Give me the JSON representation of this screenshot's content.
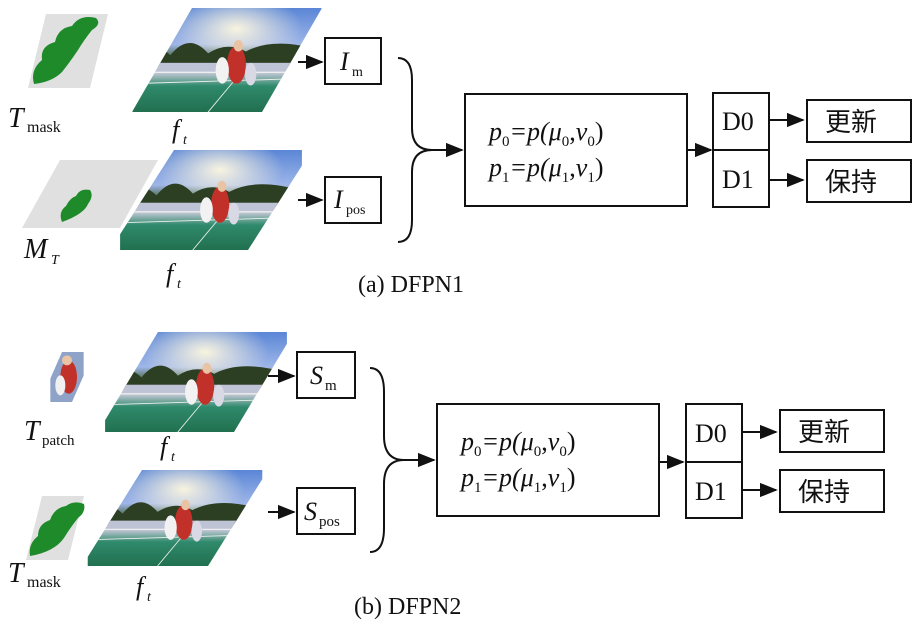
{
  "panel_a": {
    "caption": "(a) DFPN1",
    "row1": {
      "left_label": "T",
      "left_sub": "mask",
      "frame_label": "f",
      "frame_sub": "t",
      "out_label": "I",
      "out_sub": "m"
    },
    "row2": {
      "left_label": "M",
      "left_sub": "T",
      "frame_label": "f",
      "frame_sub": "t",
      "out_label": "I",
      "out_sub": "pos"
    },
    "prob": {
      "l1": {
        "p": "p",
        "s0": "0",
        "eq": "=p(",
        "mu": "μ",
        "m0": "0",
        "c": ",",
        "v": "v",
        "v0": "0",
        "close": ")"
      },
      "l2": {
        "p": "p",
        "s0": "1",
        "eq": "=p(",
        "mu": "μ",
        "m0": "1",
        "c": ",",
        "v": "v",
        "v0": "1",
        "close": ")"
      }
    },
    "d0": "D0",
    "d1": "D1",
    "update": "更新",
    "hold": "保持"
  },
  "panel_b": {
    "caption": "(b) DFPN2",
    "row1": {
      "left_label": "T",
      "left_sub": "patch",
      "frame_label": "f",
      "frame_sub": "t",
      "out_label": "S",
      "out_sub": "m"
    },
    "row2": {
      "left_label": "T",
      "left_sub": "mask",
      "frame_label": "f",
      "frame_sub": "t",
      "out_label": "S",
      "out_sub": "pos"
    },
    "prob": {
      "l1": {
        "p": "p",
        "s0": "0",
        "eq": "=p(",
        "mu": "μ",
        "m0": "0",
        "c": ",",
        "v": "v",
        "v0": "0",
        "close": ")"
      },
      "l2": {
        "p": "p",
        "s0": "1",
        "eq": "=p(",
        "mu": "μ",
        "m0": "1",
        "c": ",",
        "v": "v",
        "v0": "1",
        "close": ")"
      }
    },
    "d0": "D0",
    "d1": "D1",
    "update": "更新",
    "hold": "保持"
  }
}
